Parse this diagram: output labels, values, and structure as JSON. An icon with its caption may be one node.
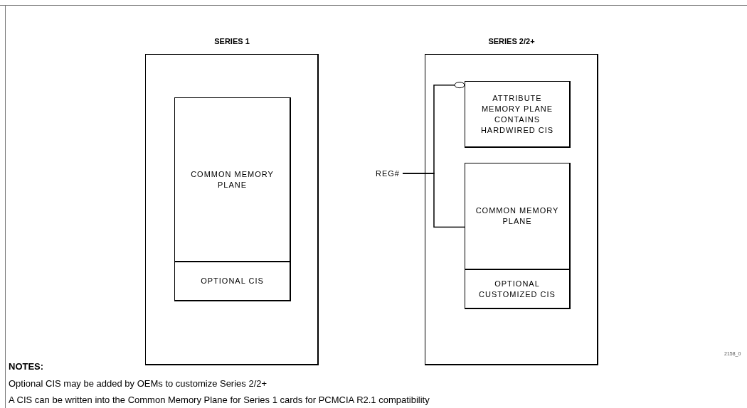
{
  "diagram": {
    "nodes": [
      {
        "text": [
          "SERIES 1"
        ]
      },
      {
        "text": [
          "COMMON MEMORY PLANE"
        ],
        "in": 0
      },
      {
        "text": [
          "OPTIONAL CIS"
        ],
        "in": 0
      },
      {
        "text": [
          "SERIES 2/2+"
        ]
      },
      {
        "text": [
          "ATTRIBUTE MEMORY PLANE CONTAINS HARDWIRED CIS"
        ],
        "in": 3
      },
      {
        "text": [
          "COMMON MEMORY PLANE"
        ],
        "in": 3
      },
      {
        "text": [
          "OPTIONAL CUSTOMIZED CIS"
        ],
        "in": 3
      },
      {
        "text": [
          "REG#"
        ]
      }
    ],
    "edges": [
      {
        "from": 7,
        "to": 4,
        "arrow": "other"
      },
      {
        "from": 7,
        "to": 5,
        "arrow": "none"
      }
    ],
    "labels": [
      "2158_0",
      "NOTES:",
      "Optional CIS may be added by OEMs to customize Series 2/2+",
      "A CIS can be written into the Common Memory Plane for Series 1 cards for PCMCIA R2.1 compatibility"
    ]
  }
}
